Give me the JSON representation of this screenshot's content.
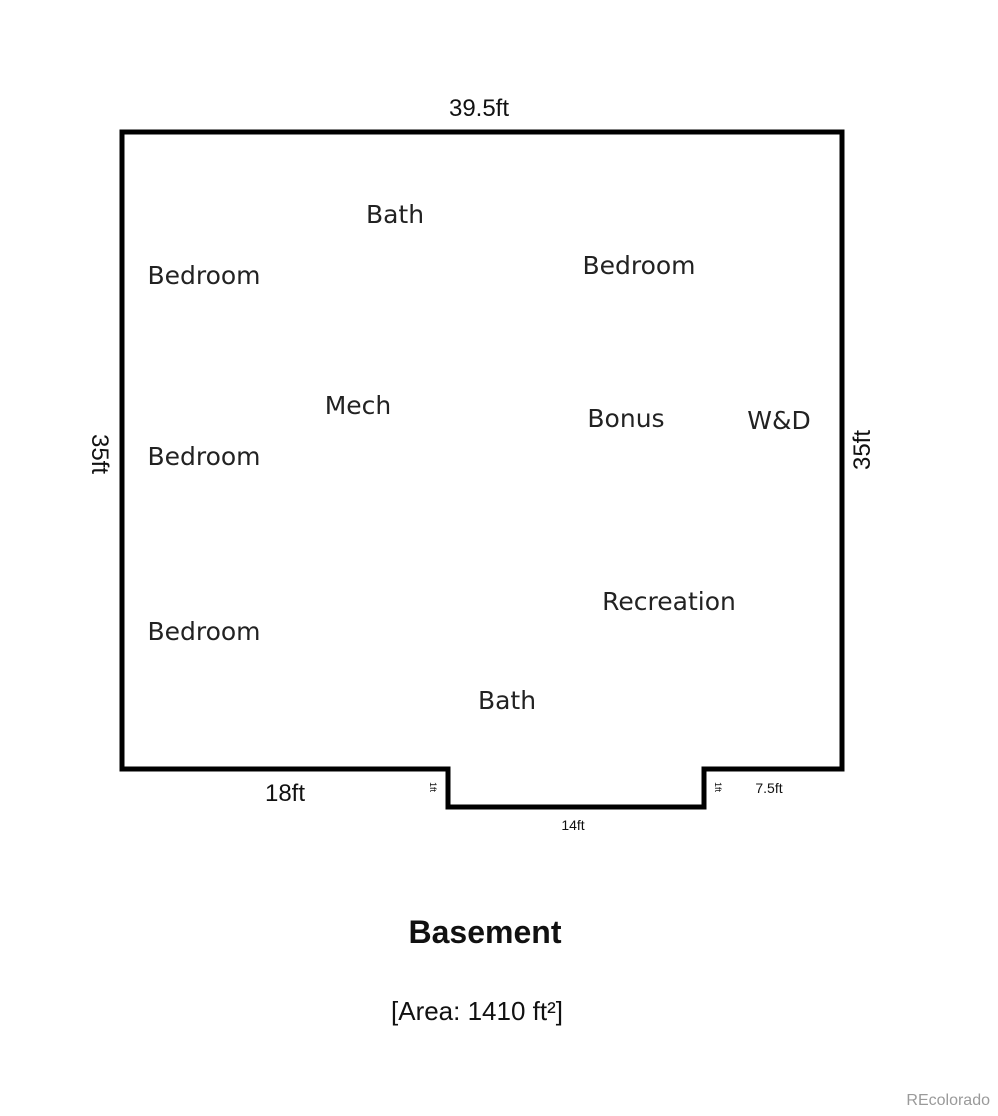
{
  "plan": {
    "title": "Basement",
    "area": "[Area: 1410 ft²]",
    "watermark": "REcolorado"
  },
  "dimensions": {
    "top": "39.5ft",
    "left": "35ft",
    "right": "35ft",
    "bottom_left": "18ft",
    "bottom_center": "14ft",
    "bottom_right": "7.5ft",
    "notch_left": "1ft",
    "notch_right": "1ft"
  },
  "rooms": {
    "bath_upper": "Bath",
    "bedroom_upper_left": "Bedroom",
    "bedroom_upper_right": "Bedroom",
    "mech": "Mech",
    "bonus": "Bonus",
    "wd": "W&D",
    "bedroom_middle_left": "Bedroom",
    "recreation": "Recreation",
    "bedroom_lower_left": "Bedroom",
    "bath_lower": "Bath"
  },
  "colors": {
    "wall": "#000000",
    "text": "#222222",
    "watermark": "#9a9a9a"
  }
}
